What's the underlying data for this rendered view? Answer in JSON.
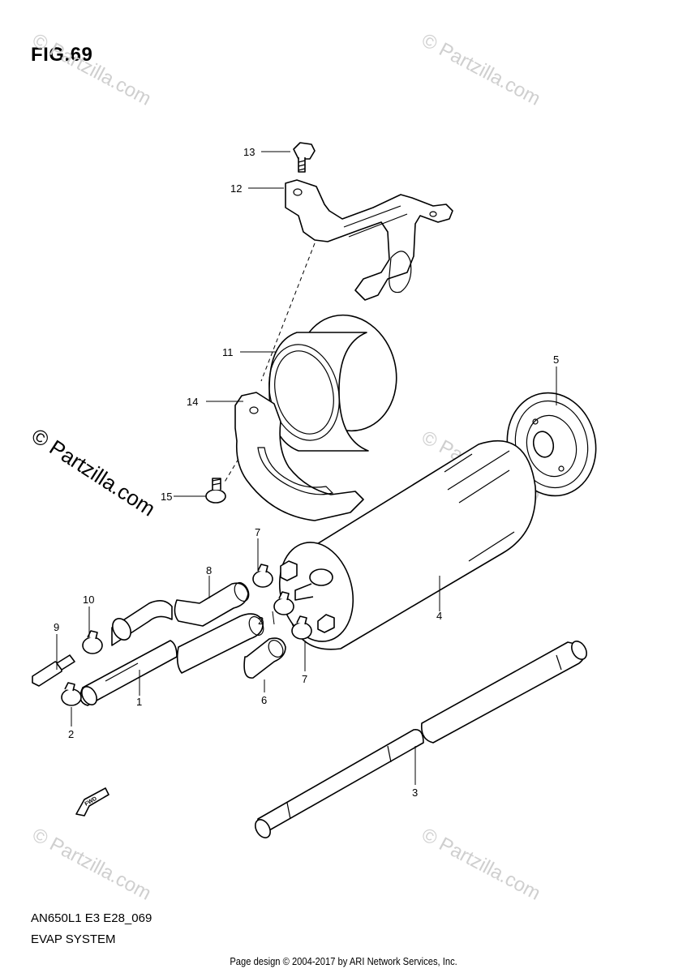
{
  "figure": {
    "title": "FIG.69",
    "model_code": "AN650L1 E3 E28_069",
    "section_name": "EVAP SYSTEM"
  },
  "footer": "Page design © 2004-2017 by ARI Network Services, Inc.",
  "watermark": {
    "text": "© Partzilla.com",
    "color": "#cfcfcf"
  },
  "fwd_marker": "FWD",
  "callouts": [
    "13",
    "12",
    "11",
    "14",
    "15",
    "5",
    "7",
    "8",
    "10",
    "9",
    "2",
    "1",
    "6",
    "2",
    "7",
    "4",
    "3"
  ]
}
